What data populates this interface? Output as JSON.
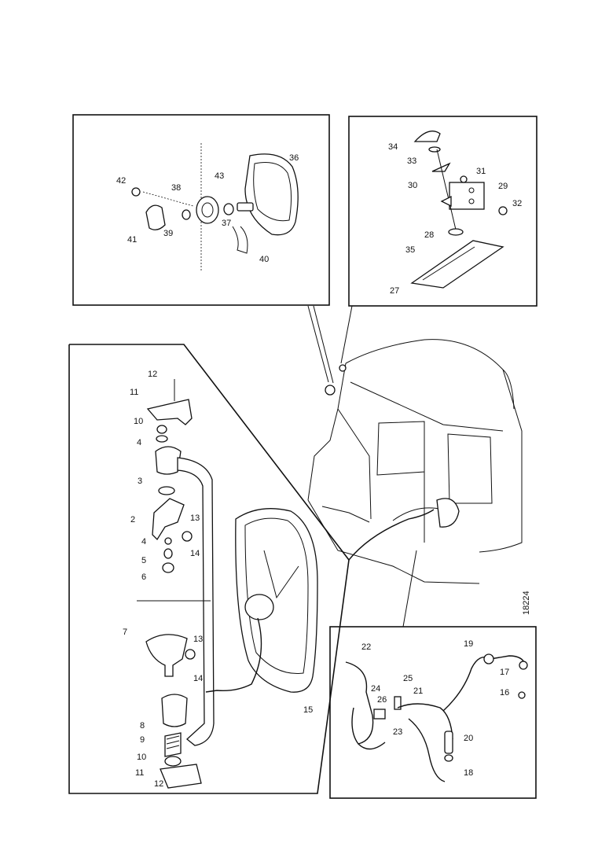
{
  "reference_number": "18224",
  "callouts": {
    "mirror_head": [
      "42",
      "38",
      "43",
      "36",
      "41",
      "39",
      "37",
      "40"
    ],
    "mount_bracket": [
      "34",
      "33",
      "31",
      "30",
      "29",
      "32",
      "28",
      "35",
      "27"
    ],
    "main_assembly": [
      "12",
      "11",
      "10",
      "4",
      "3",
      "2",
      "13",
      "4",
      "5",
      "6",
      "14",
      "7",
      "13",
      "14",
      "8",
      "9",
      "10",
      "11",
      "12",
      "15"
    ],
    "wiring": [
      "22",
      "19",
      "17",
      "16",
      "24",
      "26",
      "25",
      "21",
      "23",
      "20",
      "18"
    ]
  }
}
